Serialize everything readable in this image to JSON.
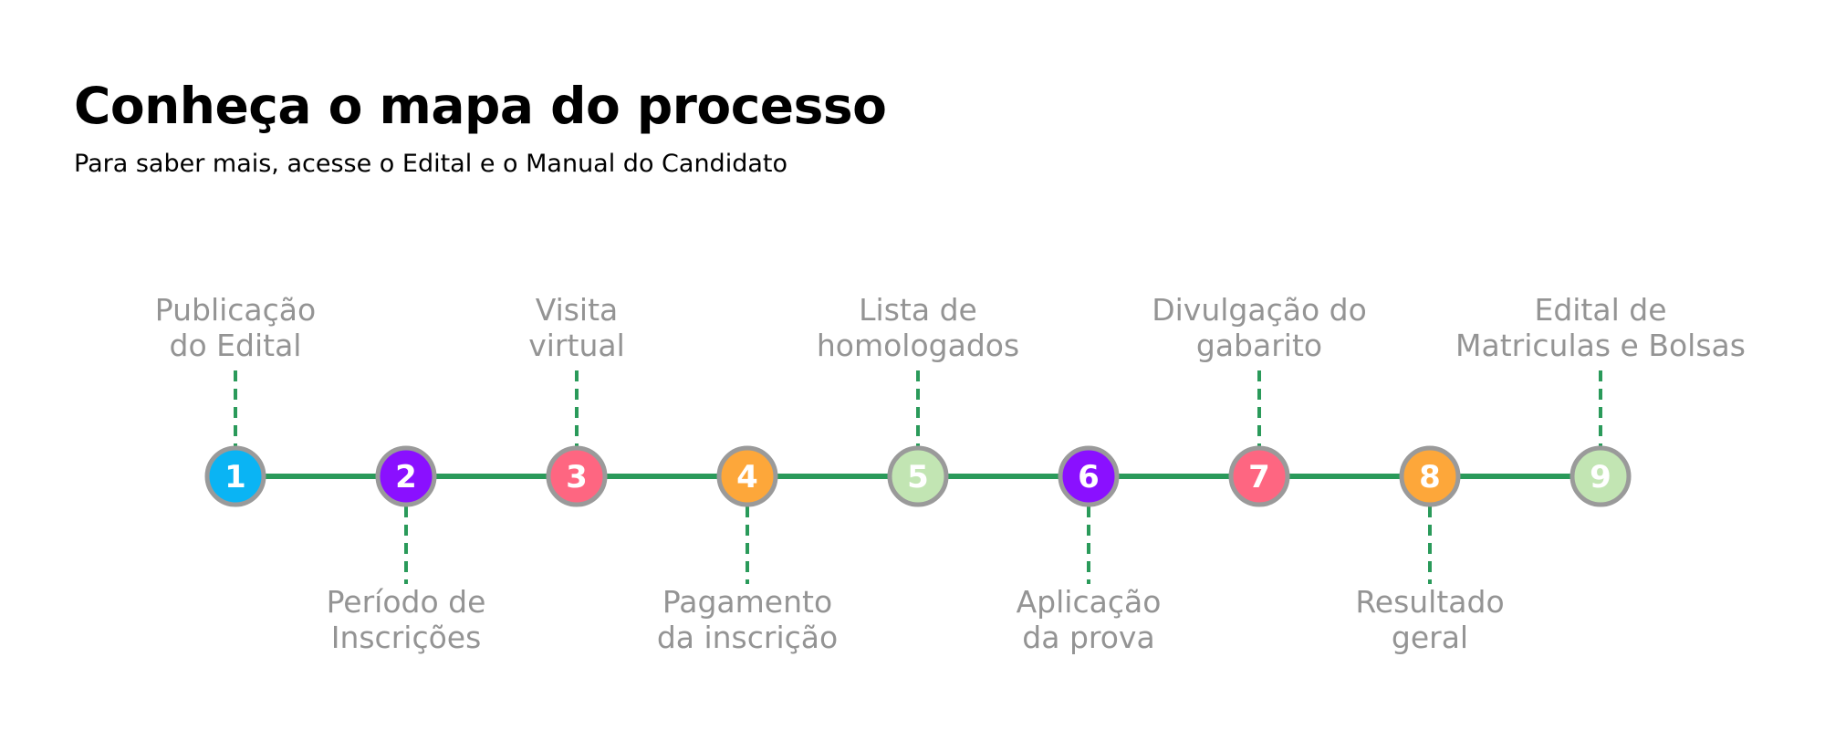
{
  "header": {
    "title": "Conheça o mapa do processo",
    "subtitle": "Para saber mais, acesse o Edital e o Manual do Candidato"
  },
  "colors": {
    "line": "#2a9a5a",
    "node_border": "#9a9a9a",
    "label_text": "#949494"
  },
  "steps": [
    {
      "number": "1",
      "label": "Publicação\ndo Edital",
      "position": "top",
      "color": "#0ab4f4"
    },
    {
      "number": "2",
      "label": "Período de\nInscrições",
      "position": "bottom",
      "color": "#8a10ff"
    },
    {
      "number": "3",
      "label": "Visita\nvirtual",
      "position": "top",
      "color": "#fe6681"
    },
    {
      "number": "4",
      "label": "Pagamento\nda inscrição",
      "position": "bottom",
      "color": "#fda73a"
    },
    {
      "number": "5",
      "label": "Lista de\nhomologados",
      "position": "top",
      "color": "#c2e5b3"
    },
    {
      "number": "6",
      "label": "Aplicação\nda prova",
      "position": "bottom",
      "color": "#8a10ff"
    },
    {
      "number": "7",
      "label": "Divulgação do\ngabarito",
      "position": "top",
      "color": "#fe6681"
    },
    {
      "number": "8",
      "label": "Resultado\ngeral",
      "position": "bottom",
      "color": "#fda73a"
    },
    {
      "number": "9",
      "label": "Edital de\nMatriculas e Bolsas",
      "position": "top",
      "color": "#c2e5b3"
    }
  ]
}
